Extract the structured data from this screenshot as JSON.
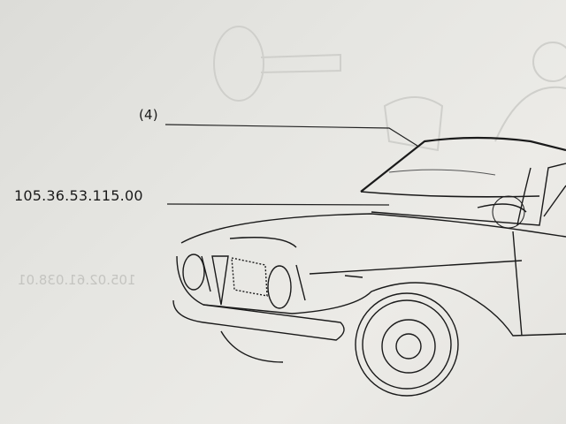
{
  "callouts": {
    "item_number": "(4)",
    "part_number": "105.36.53.115.00"
  },
  "show_through": {
    "mirrored_part_number": "105.02.61.038.01"
  },
  "colors": {
    "paper": "#e6e6e2",
    "ink": "#1a1a1a"
  }
}
